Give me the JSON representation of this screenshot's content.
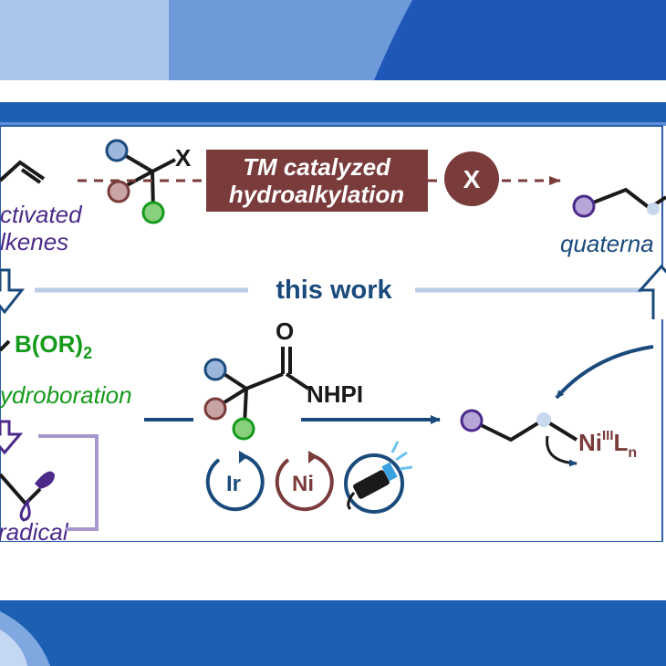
{
  "colors": {
    "deep_blue": "#1f57b8",
    "mid_blue": "#5f8fd8",
    "light_blue": "#a9c5ec",
    "navy": "#1a4a7c",
    "maroon": "#7a3b3b",
    "green_text": "#169a1c",
    "purple_text": "#4b2a8a",
    "band_blue": "#1c5fb3"
  },
  "top_row": {
    "reagent_leaving_group": "X",
    "tm_box_line1": "TM catalyzed",
    "tm_box_line2": "hydroalkylation",
    "blocked_symbol": "X",
    "left_label_line1": "ctivated",
    "left_label_line2": "lkenes",
    "right_label": "quaterna"
  },
  "divider": {
    "label": "this work"
  },
  "left_column": {
    "boronate": "B(OR)",
    "boronate_subscript": "2",
    "hydroboration": "ydroboration",
    "radical": "radical"
  },
  "reaction": {
    "carbonyl_atom": "O",
    "amide_label": "NHPI",
    "catalysts": [
      {
        "label": "Ir",
        "icon": "ir-cycle-icon"
      },
      {
        "label": "Ni",
        "icon": "ni-cycle-icon"
      },
      {
        "label": "",
        "icon": "led-light-icon"
      }
    ],
    "nickel_metal": "Ni",
    "nickel_oxidation": "III",
    "nickel_ligand": "L",
    "nickel_ligand_subscript": "n"
  }
}
